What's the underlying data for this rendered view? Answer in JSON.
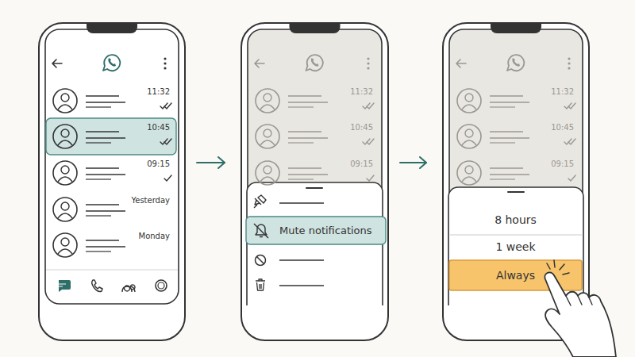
{
  "diagram": {
    "nodes": [
      {
        "text": []
      },
      {
        "text": [
          "11:32"
        ],
        "in": 0
      },
      {
        "text": [
          "10:45"
        ],
        "in": 0
      },
      {
        "text": [
          "09:15"
        ],
        "in": 0
      },
      {
        "text": [
          "Yesterday"
        ],
        "in": 0
      },
      {
        "text": [
          "Monday"
        ],
        "in": 0
      },
      {
        "text": []
      },
      {
        "text": [
          "11:32"
        ],
        "in": 6
      },
      {
        "text": [
          "10:45"
        ],
        "in": 6
      },
      {
        "text": [
          "09:15"
        ],
        "in": 6
      },
      {
        "text": [
          "Mute notifications"
        ],
        "in": 6
      },
      {
        "text": []
      },
      {
        "text": [
          "11:32"
        ],
        "in": 11
      },
      {
        "text": [
          "10:45"
        ],
        "in": 11
      },
      {
        "text": [
          "09:15"
        ],
        "in": 11
      },
      {
        "text": [
          "8 hours"
        ],
        "in": 11
      },
      {
        "text": [
          "1 week"
        ],
        "in": 11
      },
      {
        "text": [
          "Always"
        ],
        "in": 11
      }
    ],
    "edges": [
      {
        "from": 0,
        "to": 6,
        "arrow": "to"
      },
      {
        "from": 6,
        "to": 11,
        "arrow": "to"
      }
    ]
  }
}
